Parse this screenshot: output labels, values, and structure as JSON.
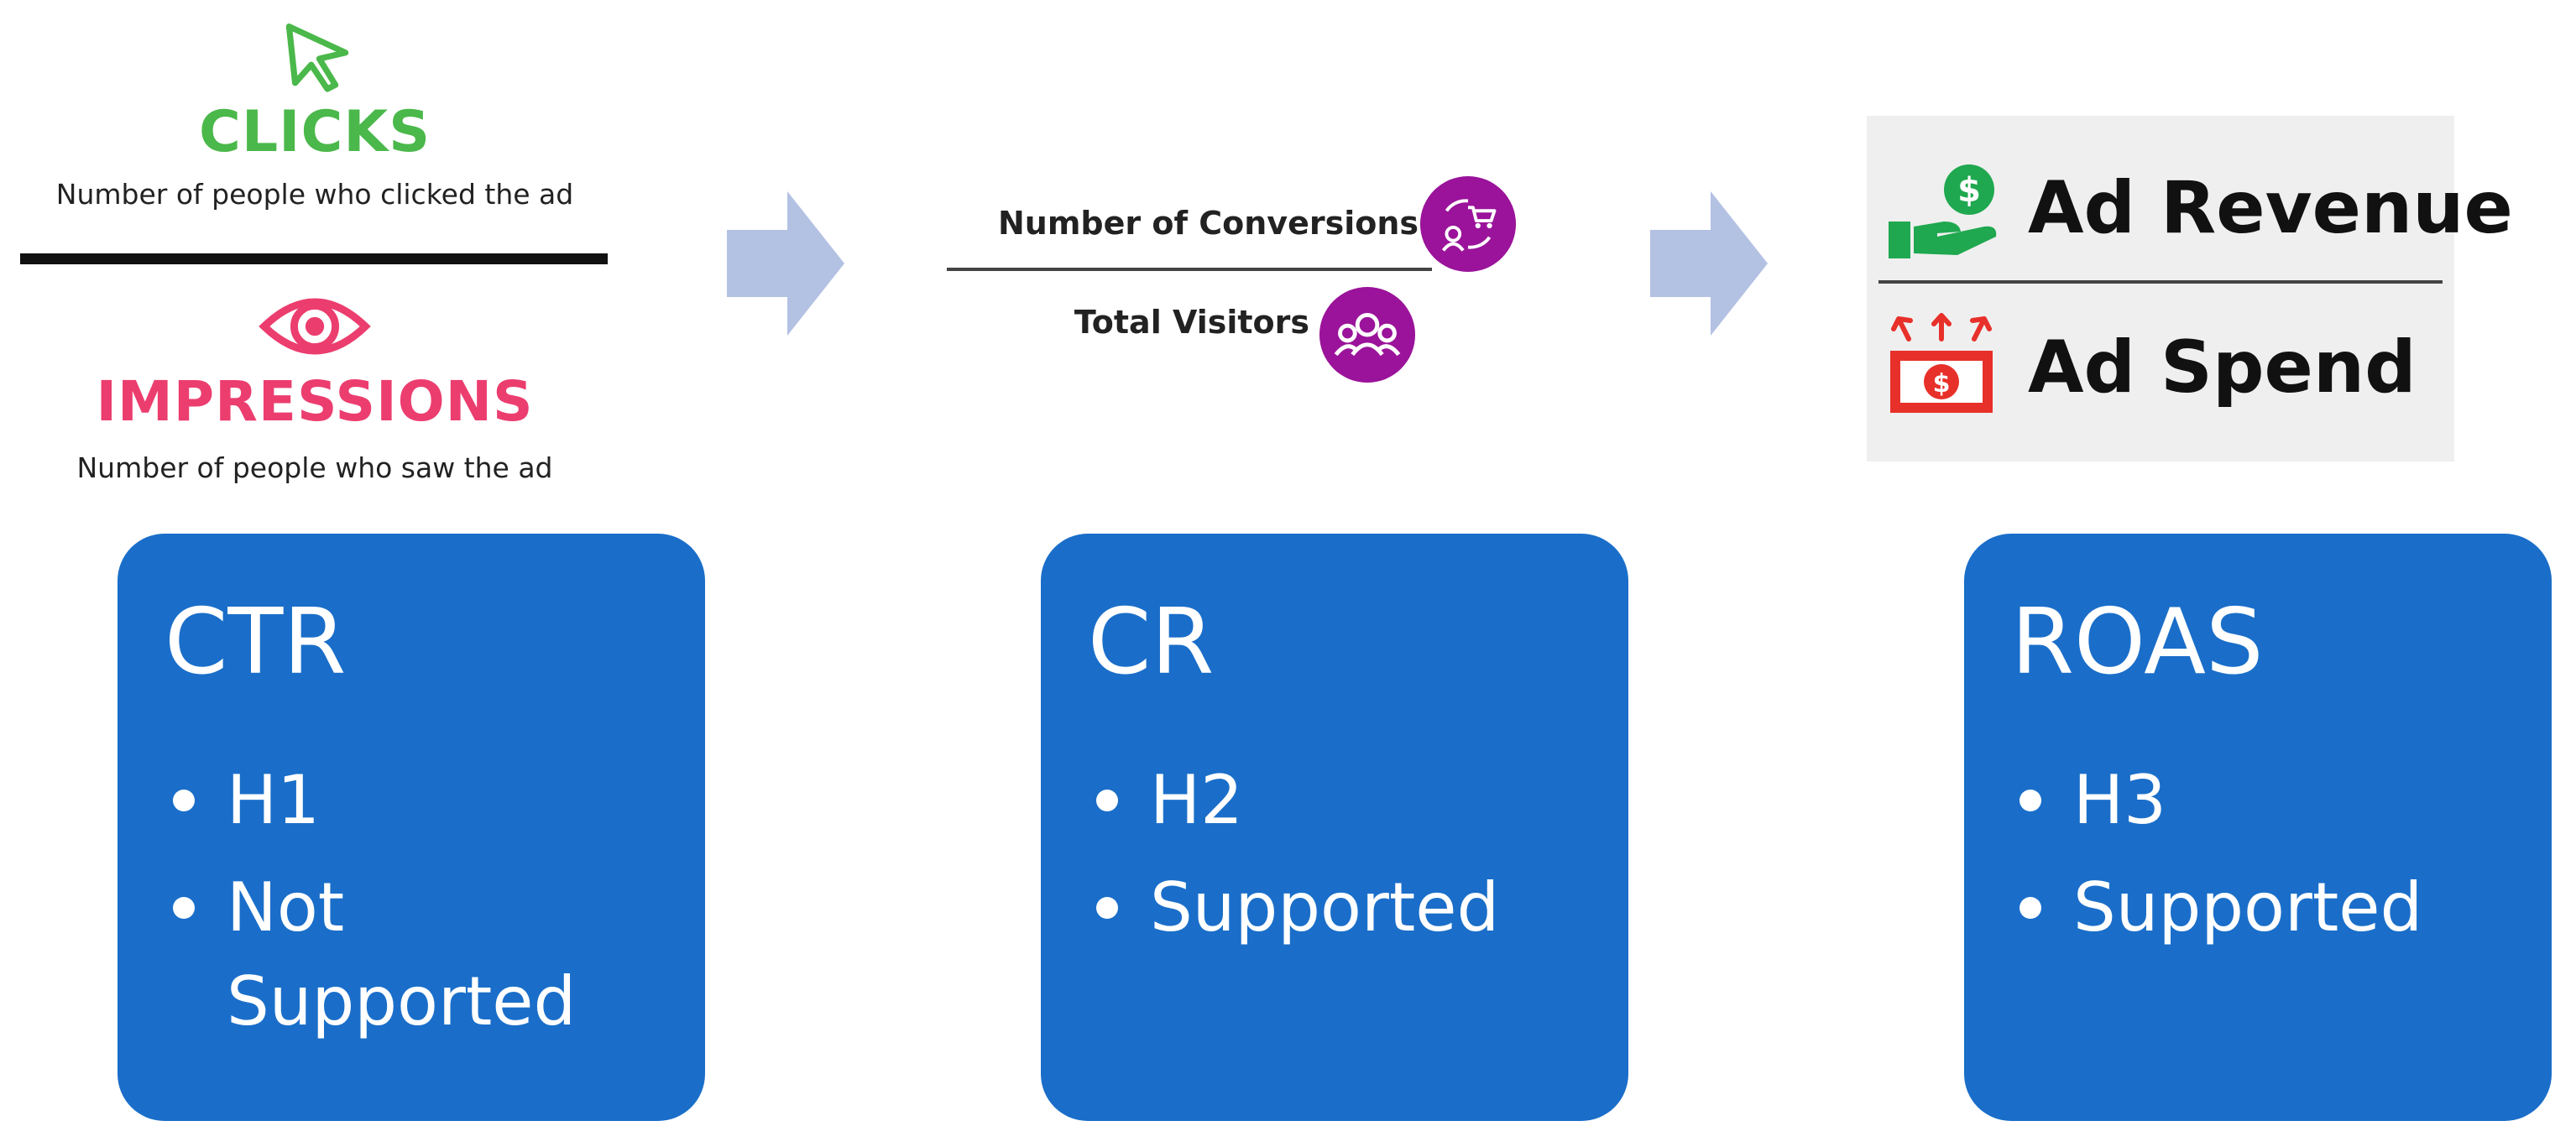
{
  "colors": {
    "clicks_green": "#4ab84a",
    "impressions_pink": "#ec3d6f",
    "arrow_blue": "#b3c1e3",
    "badge_purple": "#9a139a",
    "card_blue": "#1a6ec9",
    "money_green": "#1fa84f",
    "money_red": "#e8302a"
  },
  "ctr_formula": {
    "numerator_title": "CLICKS",
    "numerator_desc": "Number of people who clicked the ad",
    "denominator_title": "IMPRESSIONS",
    "denominator_desc": "Number of people who saw the ad",
    "icons": [
      "cursor-arrow-icon",
      "eye-icon"
    ]
  },
  "cr_formula": {
    "numerator": "Number of Conversions",
    "denominator": "Total Visitors",
    "icons": [
      "shopping-cart-cycle-icon",
      "users-group-icon"
    ]
  },
  "roas_formula": {
    "numerator": "Ad Revenue",
    "denominator": "Ad Spend",
    "icons": [
      "money-hand-icon",
      "money-up-arrows-icon"
    ]
  },
  "cards": [
    {
      "title": "CTR",
      "items": [
        "H1",
        "Not Supported"
      ]
    },
    {
      "title": "CR",
      "items": [
        "H2",
        "Supported"
      ]
    },
    {
      "title": "ROAS",
      "items": [
        "H3",
        "Supported"
      ]
    }
  ]
}
